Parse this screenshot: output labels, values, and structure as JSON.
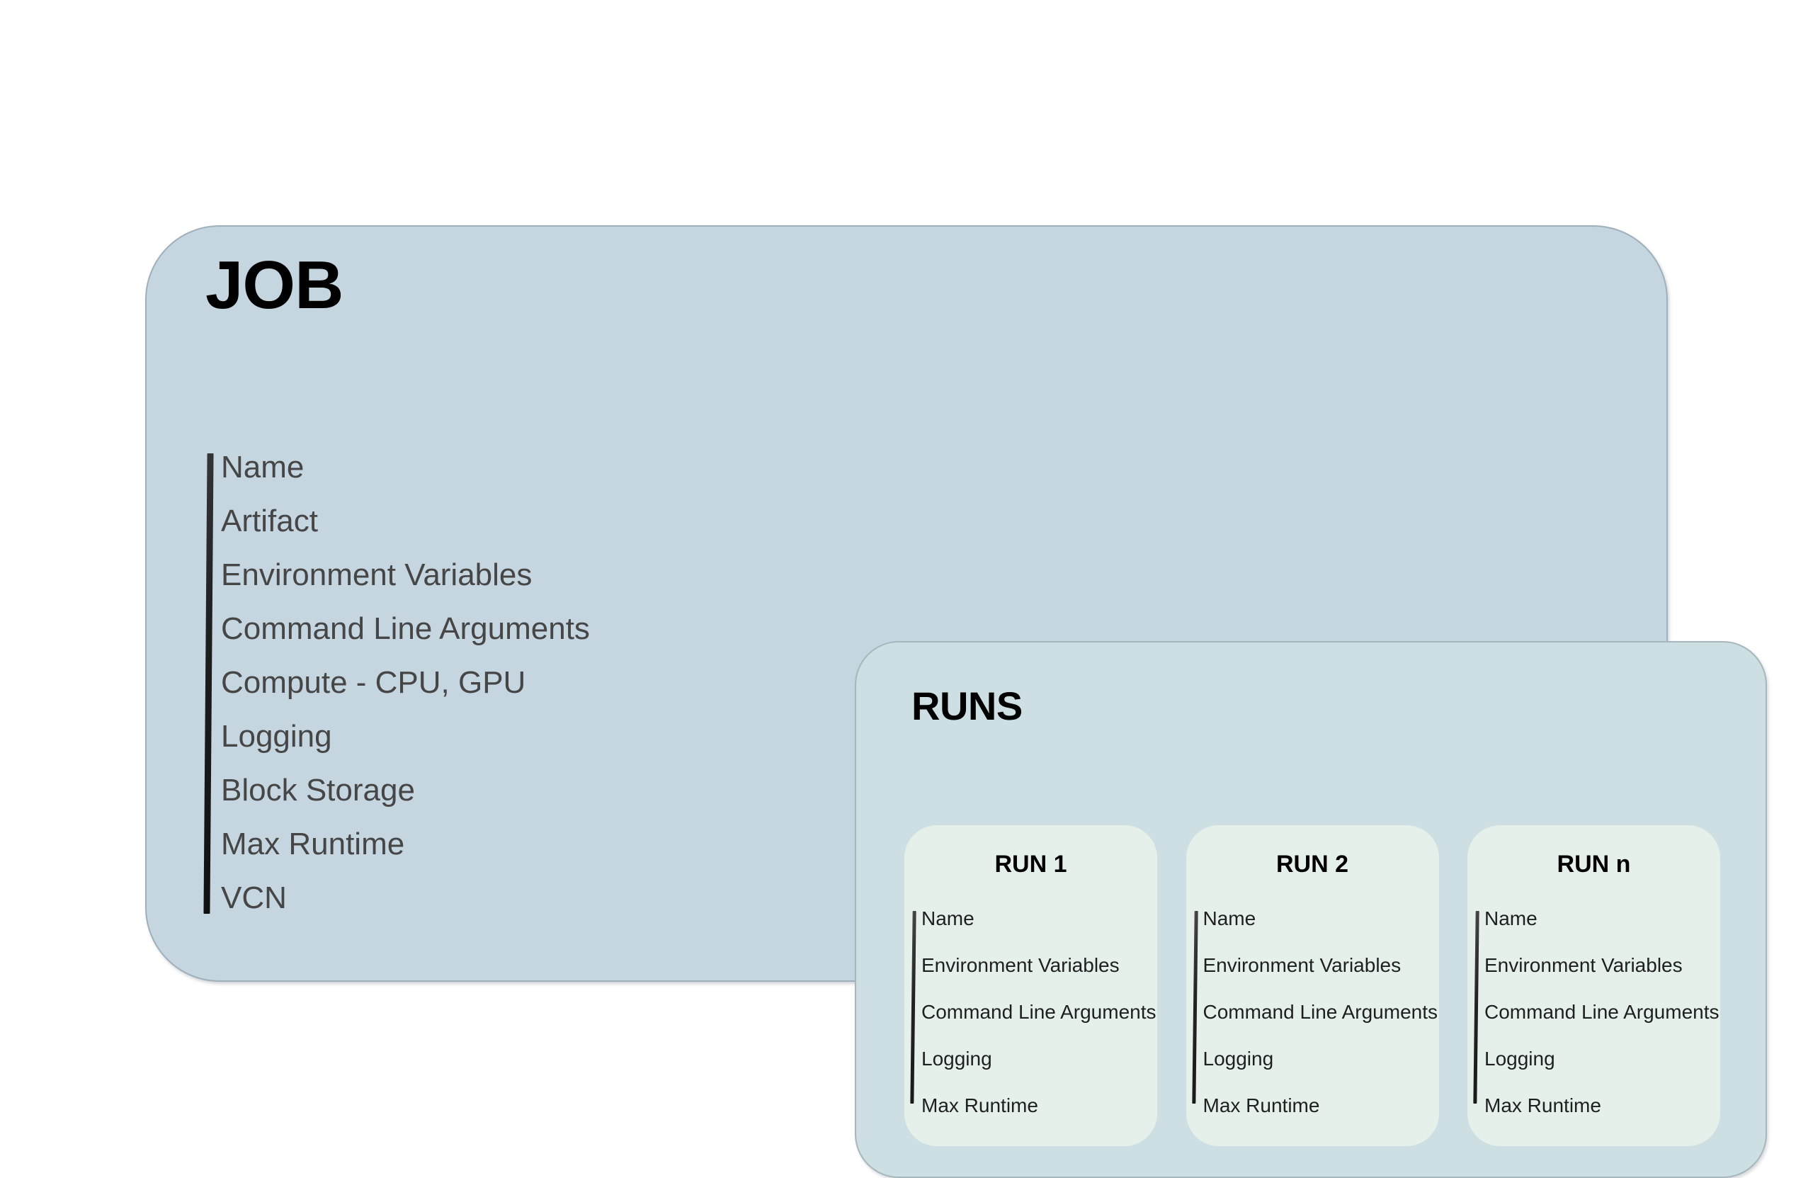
{
  "diagram": {
    "type": "nested-container-diagram",
    "background_color": "#ffffff",
    "job": {
      "title": "JOB",
      "fill_color": "#c5d6e1",
      "border_color": "#9fb0bb",
      "attributes": [
        "Name",
        "Artifact",
        "Environment Variables",
        "Command Line Arguments",
        "Compute - CPU, GPU",
        "Logging",
        "Block Storage",
        "Max Runtime",
        "VCN"
      ]
    },
    "runs": {
      "title": "RUNS",
      "fill_color": "#cedfe4",
      "border_color": "#a6b7bd",
      "cards": [
        {
          "title": "RUN 1",
          "fill_color": "#e5f0ea",
          "attributes": [
            "Name",
            "Environment Variables",
            "Command Line Arguments",
            "Logging",
            "Max Runtime"
          ]
        },
        {
          "title": "RUN 2",
          "fill_color": "#e5f0ea",
          "attributes": [
            "Name",
            "Environment Variables",
            "Command Line Arguments",
            "Logging",
            "Max Runtime"
          ]
        },
        {
          "title": "RUN n",
          "fill_color": "#e5f0ea",
          "attributes": [
            "Name",
            "Environment Variables",
            "Command Line Arguments",
            "Logging",
            "Max Runtime"
          ]
        }
      ]
    }
  }
}
